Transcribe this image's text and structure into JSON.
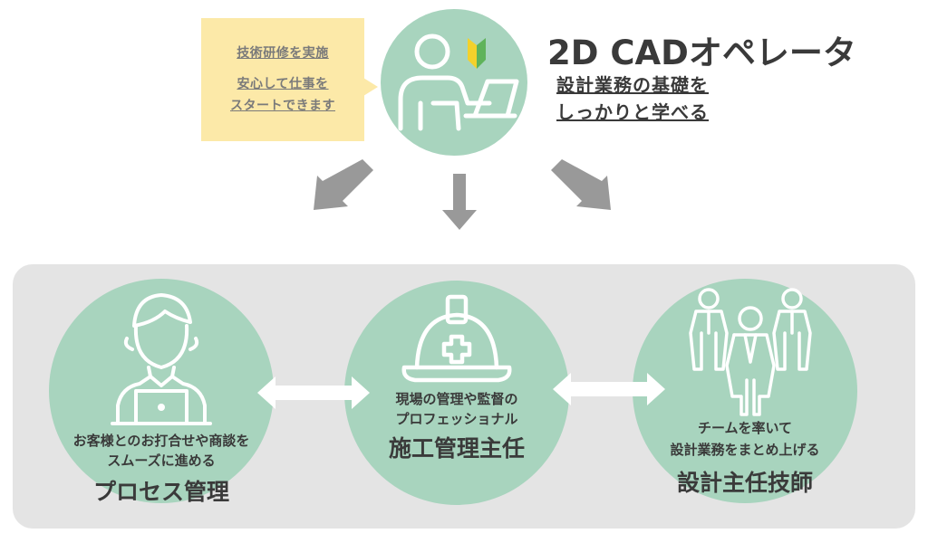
{
  "note": {
    "line1": "技術研修を実施",
    "line2": "安心して仕事を",
    "line3": "スタートできます"
  },
  "operator": {
    "title": "2D CADオペレータ",
    "sub1": "設計業務の基礎を",
    "sub2": "しっかりと学べる"
  },
  "process": {
    "desc1": "お客様とのお打合せや商談を",
    "desc2": "スムーズに進める",
    "title": "プロセス管理"
  },
  "construction": {
    "desc1": "現場の管理や監督の",
    "desc2": "プロフェッショナル",
    "title": "施工管理主任"
  },
  "chief": {
    "desc1": "チームを率いて",
    "desc2": "設計業務をまとめ上げる",
    "title": "設計主任技師"
  },
  "colors": {
    "circle": "#a8d4be",
    "note_bg": "#fce9a8",
    "panel": "#e4e4e4",
    "arrow": "#999999",
    "icon_stroke": "#ffffff",
    "badge_yellow": "#f3d12b",
    "badge_green": "#5fb35a"
  },
  "icons": [
    "person-laptop-icon",
    "beginner-mark-icon",
    "man-laptop-icon",
    "helmet-icon",
    "team-icon"
  ]
}
